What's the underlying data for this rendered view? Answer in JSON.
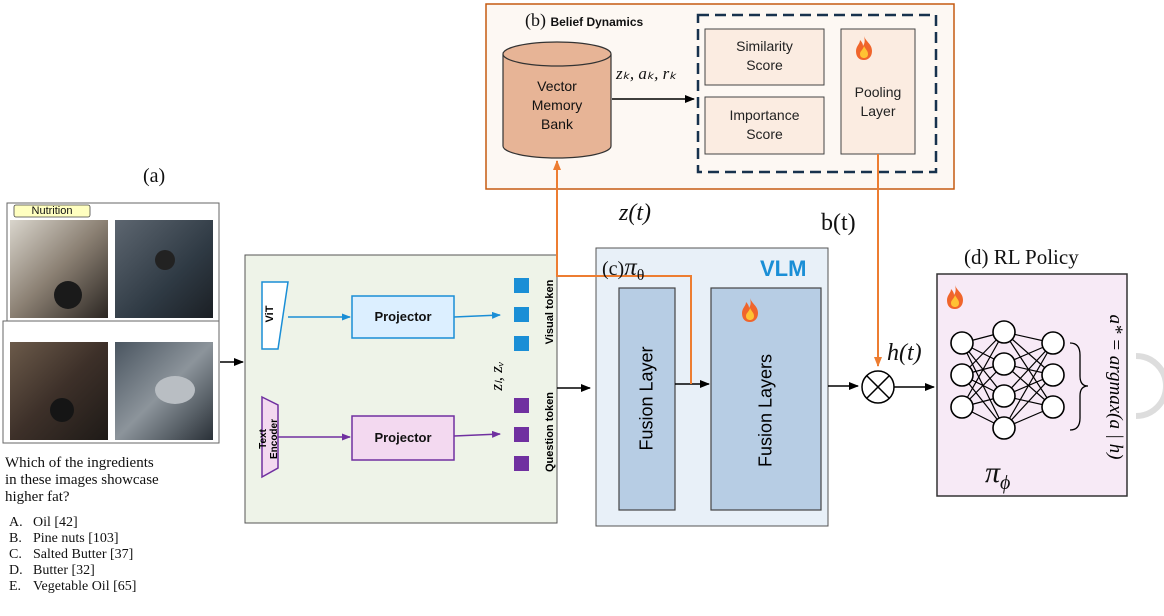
{
  "panel_a": {
    "label": "(a)",
    "tag": "Nutrition",
    "question": [
      "Which of the ingredients",
      "in these images showcase",
      "higher fat?"
    ],
    "options": [
      {
        "letter": "A.",
        "text": "Oil [42]"
      },
      {
        "letter": "B.",
        "text": "Pine nuts [103]"
      },
      {
        "letter": "C.",
        "text": "Salted Butter [37]"
      },
      {
        "letter": "D.",
        "text": "Butter [32]"
      },
      {
        "letter": "E.",
        "text": "Vegetable Oil [65]"
      }
    ]
  },
  "panel_b": {
    "label": "(b)",
    "title": "Belief Dynamics",
    "memory_bank": [
      "Vector",
      "Memory",
      "Bank"
    ],
    "memory_output": "zₖ, aₖ, rₖ",
    "similarity": [
      "Similarity",
      "Score"
    ],
    "importance": [
      "Importance",
      "Score"
    ],
    "pooling": [
      "Pooling",
      "Layer"
    ]
  },
  "encoder": {
    "vit": "ViT",
    "text_encoder": [
      "Text",
      "Encoder"
    ],
    "projector_top": "Projector",
    "projector_bottom": "Projector",
    "visual_token": "Visual token",
    "question_token": "Question token",
    "latents": "zₗ, zᵥ"
  },
  "panel_c": {
    "label": "(c)",
    "policy_symbol": "π",
    "policy_sub": "θ",
    "vlm": "VLM",
    "fusion_layer": "Fusion Layer",
    "fusion_layers": "Fusion Layers"
  },
  "signals": {
    "z_t": "z(t)",
    "b_t": "b(t)",
    "h_t": "h(t)"
  },
  "panel_d": {
    "title": "(d) RL Policy",
    "policy_symbol": "π",
    "policy_sub": "ϕ",
    "equation": "a* = argmax(a | h)"
  },
  "icons": {
    "fire": "fire-icon",
    "multiply": "circled-times-icon"
  },
  "colors": {
    "memory_bank": "#e7b496",
    "panel_b_border": "#c55a11",
    "orange_arrow": "#ed7d31",
    "encoder_bg": "#eef3e8",
    "visual_blue": "#1a8ed6",
    "question_purple": "#7030a0",
    "vlm_bg": "#e8f0f8",
    "fusion_fill": "#b7cde4",
    "rl_bg": "#f7eaf6"
  }
}
